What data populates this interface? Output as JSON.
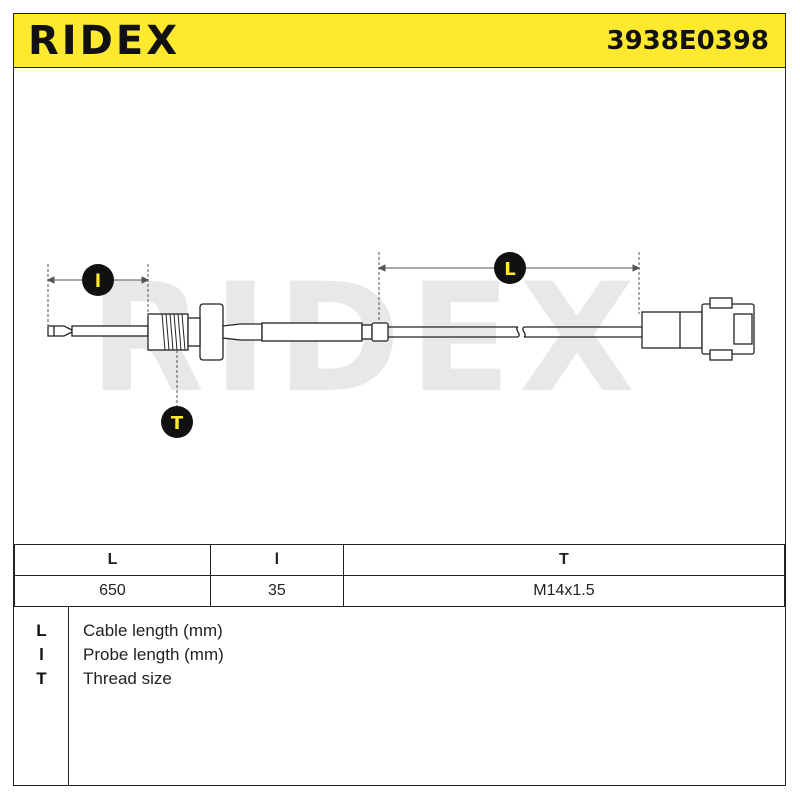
{
  "header": {
    "brand": "RIDEX",
    "part_number": "3938E0398"
  },
  "drawing": {
    "watermark": "RIDEX",
    "markers": {
      "probe_length": "l",
      "cable_length": "L",
      "thread": "T"
    },
    "accent_color": "#ffe92e"
  },
  "table": {
    "headers": [
      "L",
      "l",
      "T"
    ],
    "values": [
      "650",
      "35",
      "M14x1.5"
    ]
  },
  "legend": {
    "items": [
      {
        "key": "L",
        "label": "Cable length (mm)"
      },
      {
        "key": "l",
        "label": "Probe length (mm)"
      },
      {
        "key": "T",
        "label": "Thread size"
      }
    ]
  }
}
